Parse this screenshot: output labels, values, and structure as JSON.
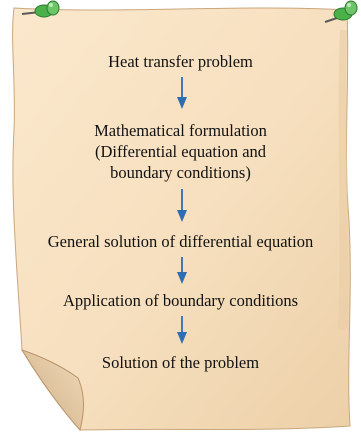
{
  "diagram": {
    "steps": [
      {
        "lines": [
          "Heat transfer problem"
        ]
      },
      {
        "lines": [
          "Mathematical formulation",
          "(Differential equation and",
          "boundary conditions)"
        ]
      },
      {
        "lines": [
          "General solution of differential equation"
        ]
      },
      {
        "lines": [
          "Application of boundary conditions"
        ]
      },
      {
        "lines": [
          "Solution of the problem"
        ]
      }
    ]
  },
  "colors": {
    "paper": "#f6dfbe",
    "paper_shadow": "#d9bd97",
    "paper_edge": "#c9a77d",
    "arrow": "#2f6db3",
    "pin_green": "#4bb04a",
    "pin_dark": "#2a7a2e",
    "text": "#111111"
  },
  "icons": {
    "pin_left": "push-pin-icon",
    "pin_right": "push-pin-icon"
  }
}
